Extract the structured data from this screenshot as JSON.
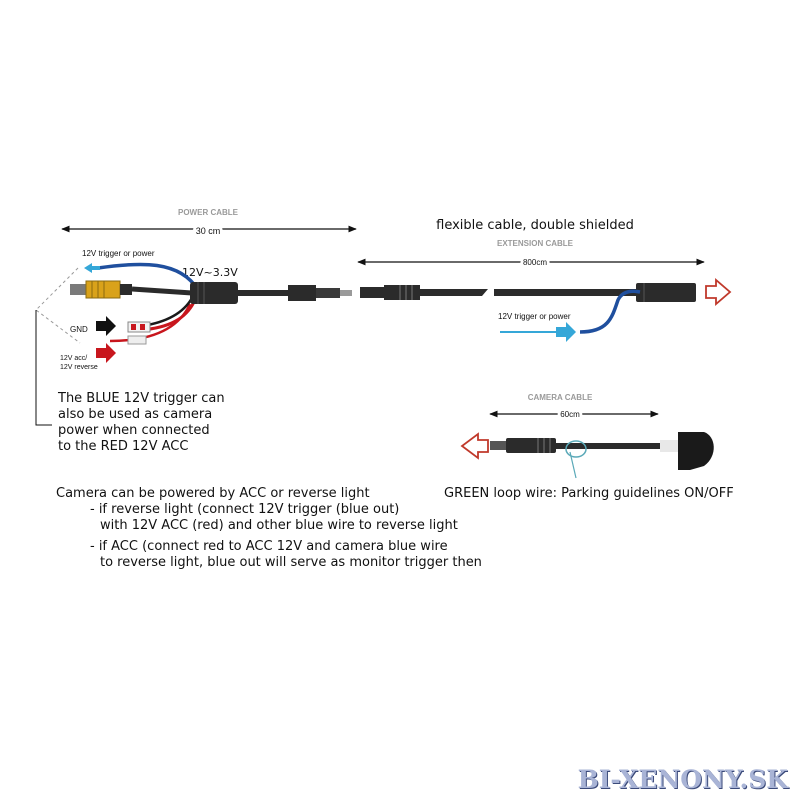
{
  "power_cable": {
    "title": "POWER CABLE",
    "length": "30 cm",
    "voltage": "12V~3.3V",
    "trigger_label": "12V  trigger or power",
    "gnd_label": "GND",
    "acc_label_1": "12V acc/",
    "acc_label_2": "12V reverse"
  },
  "extension_cable": {
    "description": "flexible cable, double shielded",
    "title": "EXTENSION CABLE",
    "length": "800cm",
    "trigger_label": "12V trigger or power"
  },
  "camera_cable": {
    "title": "CAMERA CABLE",
    "length": "60cm",
    "loop_label": "GREEN loop wire: Parking guidelines ON/OFF"
  },
  "notes": {
    "blue_trigger": [
      "The BLUE 12V trigger can",
      "also be used as camera",
      "power when connected",
      "to the RED 12V ACC"
    ],
    "power_intro": "Camera can be powered by ACC or reverse light",
    "reverse_option": [
      "- if reverse light (connect 12V trigger (blue out)",
      "with 12V ACC (red) and other blue wire to reverse light"
    ],
    "acc_option": [
      "- if ACC (connect red to ACC 12V and camera blue wire",
      "to reverse light, blue out will serve as monitor trigger then"
    ]
  },
  "watermark": "BI-XENONY.SK",
  "colors": {
    "blue_wire": "#1f4f9e",
    "red_wire": "#c8161d",
    "cable": "#2b2b2b",
    "arrow_red": "#c0392b",
    "arrow_blue": "#35a7d8",
    "loop_green": "#5aa9b8",
    "rca_yellow": "#d9a21a"
  }
}
